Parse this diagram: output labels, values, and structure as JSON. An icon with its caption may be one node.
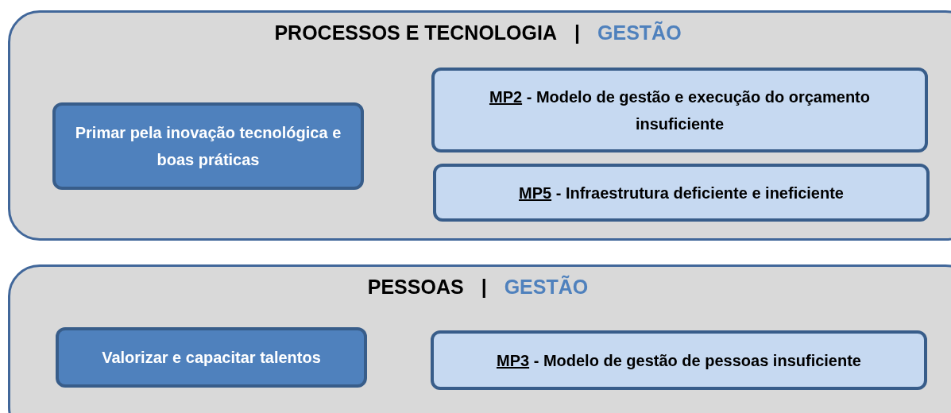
{
  "diagram": {
    "nodes": [
      {
        "text": [
          "PROCESSOS E TECNOLOGIA",
          "|",
          "GESTÃO"
        ]
      },
      {
        "text": [
          "Primar pela inovação tecnológica e boas práticas"
        ],
        "in": 0
      },
      {
        "text": [
          "MP2",
          "- Modelo de gestão e execução do orçamento insuficiente"
        ],
        "in": 0
      },
      {
        "text": [
          "MP5",
          "- Infraestrutura deficiente e ineficiente"
        ],
        "in": 0
      },
      {
        "text": [
          "PESSOAS",
          "|",
          "GESTÃO"
        ]
      },
      {
        "text": [
          "Valorizar e capacitar talentos"
        ],
        "in": 4
      },
      {
        "text": [
          "MP3",
          "- Modelo de gestão de pessoas insuficiente"
        ],
        "in": 4
      }
    ]
  }
}
